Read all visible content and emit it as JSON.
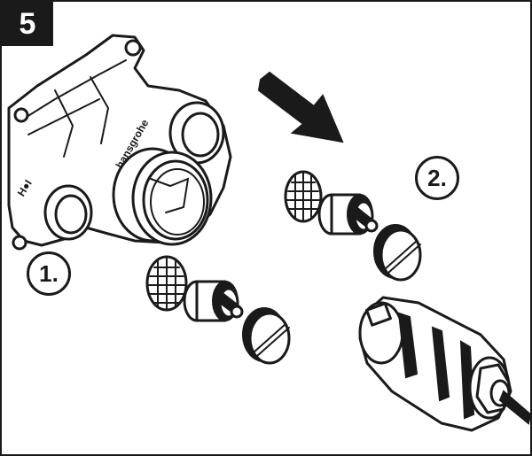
{
  "step": {
    "number": "5"
  },
  "callouts": [
    {
      "label": "1."
    },
    {
      "label": "2."
    }
  ],
  "valve_markings": {
    "brand": "hansgrohe",
    "cold_symbol": "H●I"
  },
  "colors": {
    "ink": "#1a1a1a",
    "paper": "#ffffff"
  }
}
